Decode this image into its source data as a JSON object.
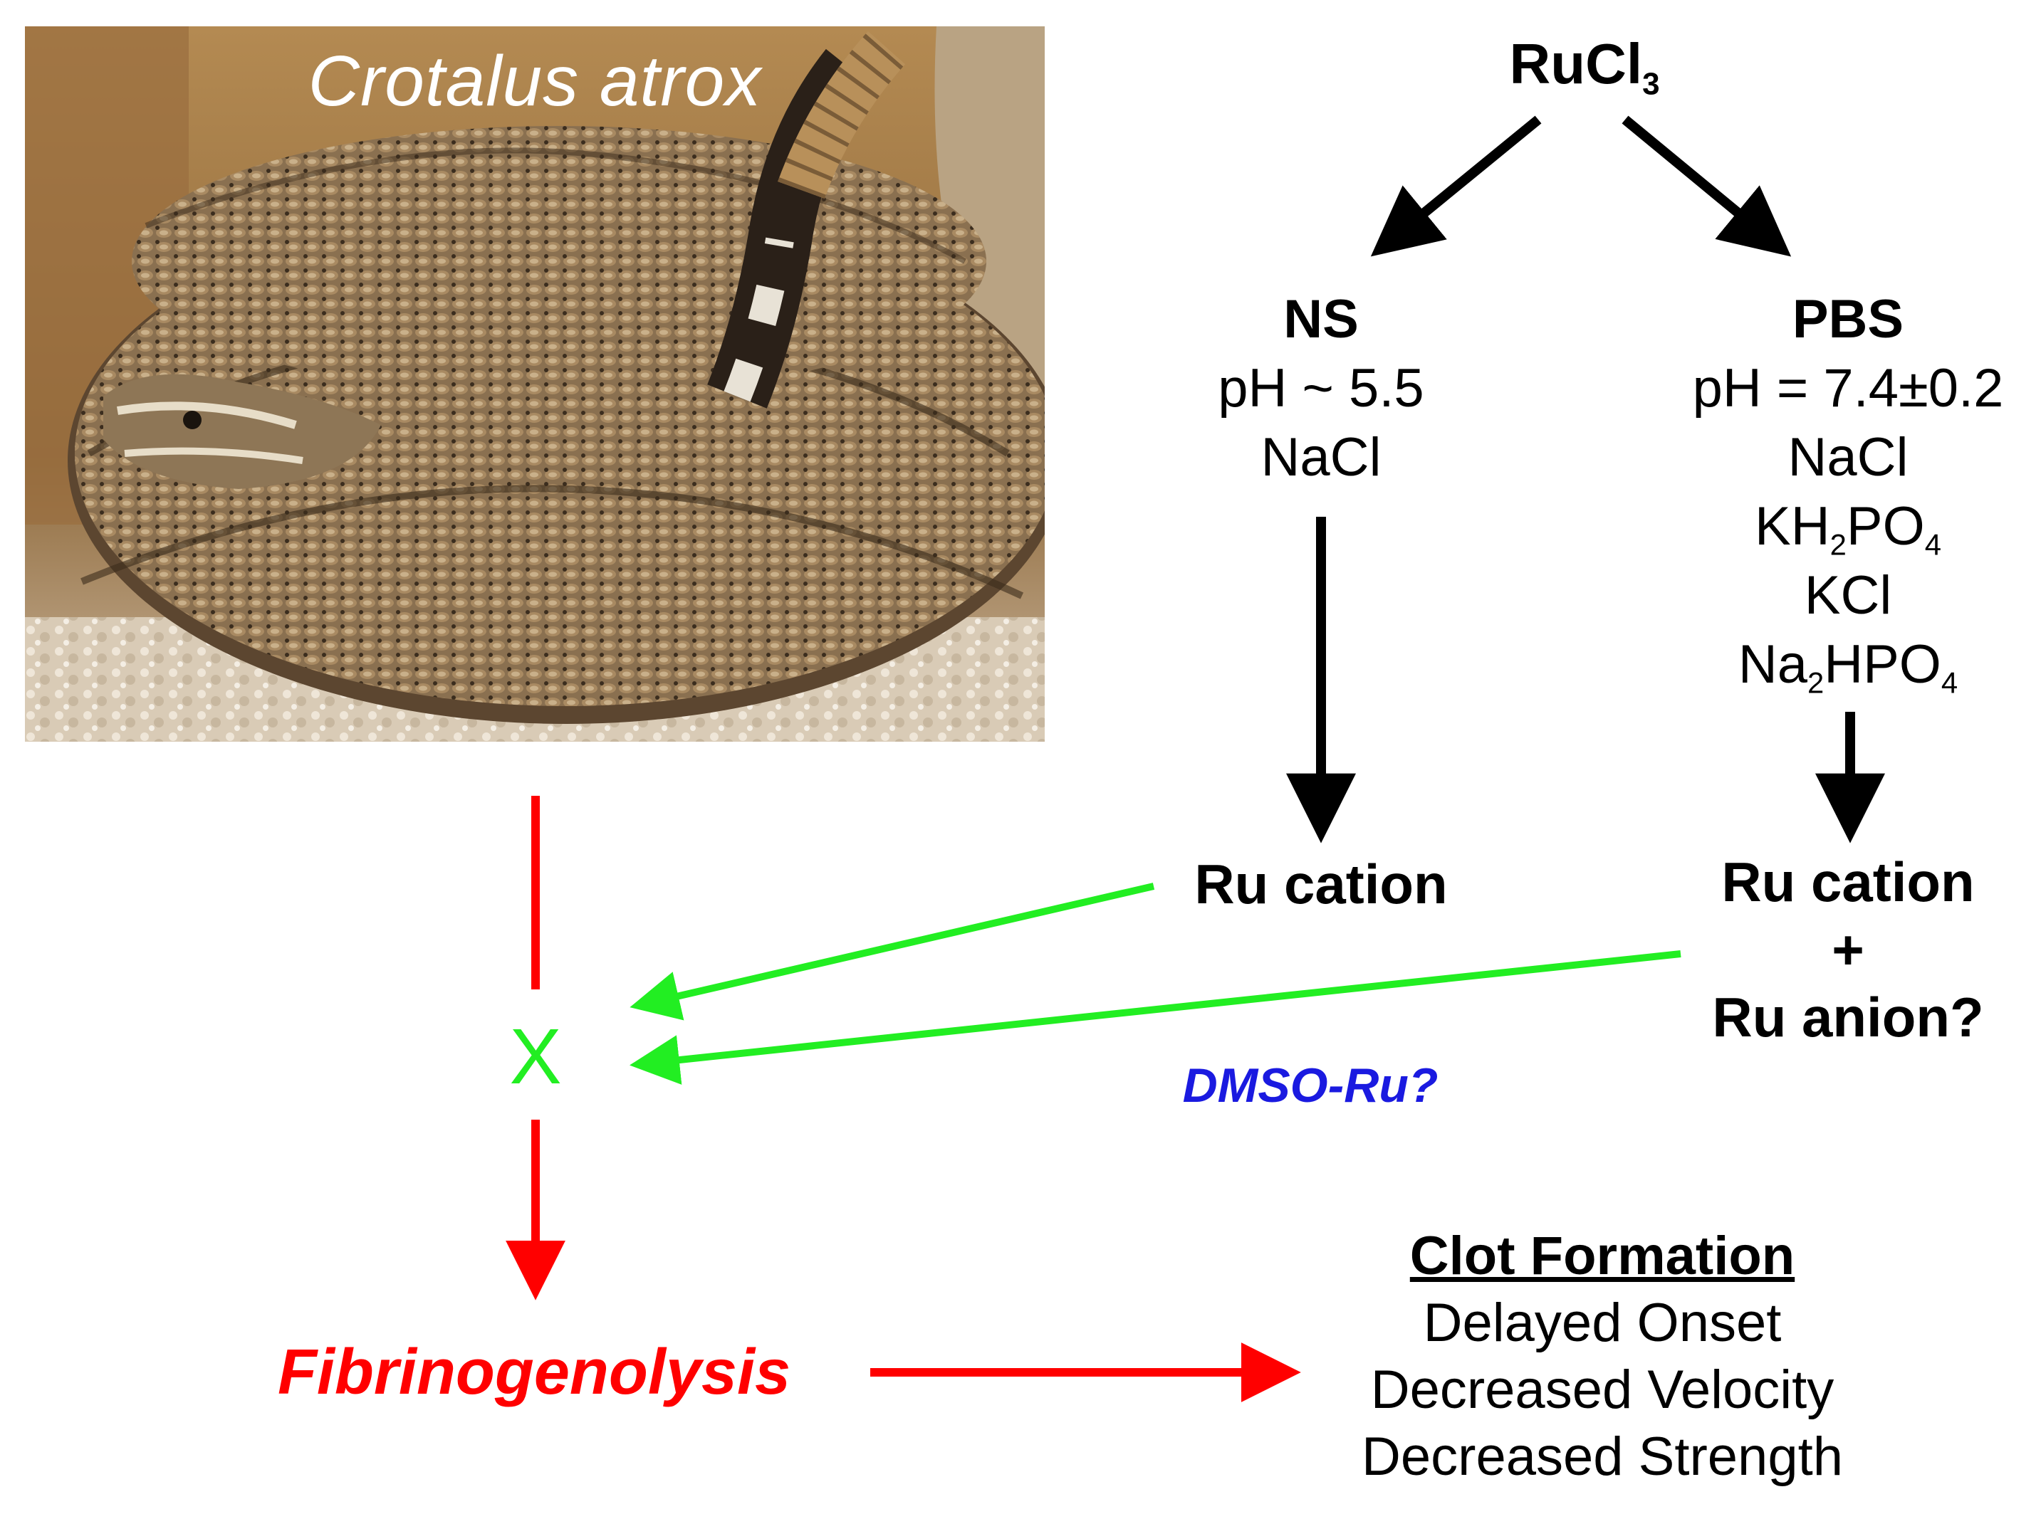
{
  "photo": {
    "caption": "Crotalus atrox",
    "image_subject": "coiled-rattlesnake-photo"
  },
  "source": {
    "label": "RuCl",
    "sub": "3"
  },
  "ns": {
    "title": "NS",
    "ph": "pH ~ 5.5",
    "components": [
      "NaCl"
    ]
  },
  "pbs": {
    "title": "PBS",
    "ph": "pH = 7.4±0.2",
    "nacl": "NaCl",
    "kh2po4": {
      "a": "KH",
      "s1": "2",
      "b": "PO",
      "s2": "4"
    },
    "kcl": "KCl",
    "na2hpo4": {
      "a": "Na",
      "s1": "2",
      "b": "HPO",
      "s2": "4"
    }
  },
  "ns_product": "Ru cation",
  "pbs_product": {
    "line1": "Ru cation",
    "line2": "+",
    "line3": "Ru anion?"
  },
  "inhibition_mark": "X",
  "dmso_label": "DMSO-Ru?",
  "outcome": "Fibrinogenolysis",
  "clot": {
    "heading": "Clot Formation",
    "effects": [
      "Delayed Onset",
      "Decreased Velocity",
      "Decreased Strength"
    ]
  },
  "colors": {
    "black_arrow": "#000000",
    "red_arrow": "#ff0000",
    "green_arrow": "#22ee22",
    "dmso_text": "#1a1ae0",
    "outcome_text": "#ff0000",
    "x_mark": "#22ee22",
    "caption_text": "#ffffff"
  }
}
